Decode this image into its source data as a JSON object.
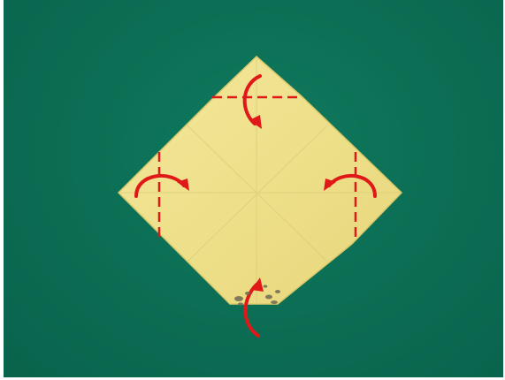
{
  "scene": {
    "subject": "origami-paper-diamond",
    "background_color": "#0b6d53",
    "paper_color": "#eee08a",
    "paper_edge_color": "#d9c96a",
    "fold_line_color": "#e01818",
    "arrow_color": "#e01818",
    "fold_instructions": [
      {
        "edge": "top",
        "direction": "fold-down"
      },
      {
        "edge": "left",
        "direction": "fold-right"
      },
      {
        "edge": "right",
        "direction": "fold-left"
      },
      {
        "edge": "bottom",
        "direction": "fold-up"
      }
    ]
  }
}
